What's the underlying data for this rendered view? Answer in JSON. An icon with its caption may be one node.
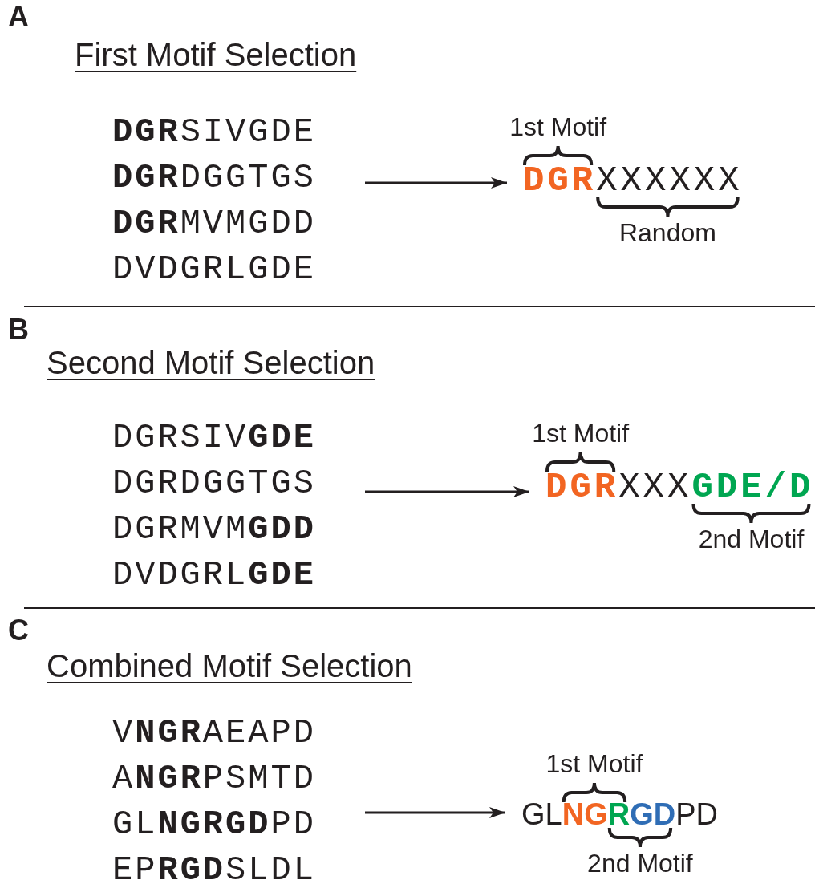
{
  "diagram": {
    "nodes": [
      {
        "text": [
          "**DGR**SIVGDE",
          "**DGR**DGGTGS",
          "**DGR**MVMGDD",
          "DVDGRLGDE"
        ]
      },
      {
        "text": [
          "DGR",
          "XXXXXX"
        ],
        "beside": [
          "1st Motif",
          "Random"
        ]
      },
      {
        "text": [
          "DGRSIV**GDE**",
          "DGRDGGTGS",
          "DGRMVM**GDD**",
          "DVDGRL**GDE**"
        ]
      },
      {
        "text": [
          "DGR",
          "XXX",
          "GDE/D"
        ],
        "beside": [
          "1st Motif",
          "2nd Motif"
        ]
      },
      {
        "text": [
          "V**NGR**AEAPD",
          "A**NGR**PSMTD",
          "GL**NGRGD**PD",
          "EP**RGD**SLDL"
        ]
      },
      {
        "text": [
          "GL",
          "NG",
          "R",
          "GD",
          "PD"
        ],
        "beside": [
          "1st Motif",
          "2nd Motif"
        ]
      }
    ],
    "edges": [
      {
        "from": 0,
        "to": 1,
        "arrow": "to"
      },
      {
        "from": 2,
        "to": 3,
        "arrow": "to"
      },
      {
        "from": 4,
        "to": 5,
        "arrow": "to"
      }
    ],
    "labels": [
      "A",
      "First Motif Selection",
      "B",
      "Second Motif Selection",
      "C",
      "Combined Motif Selection"
    ]
  }
}
